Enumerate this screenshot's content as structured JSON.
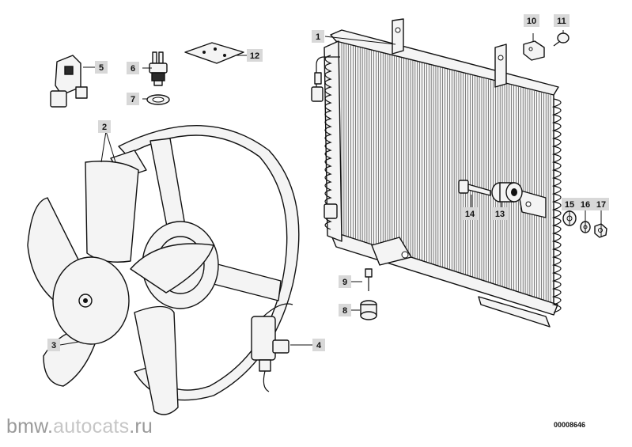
{
  "diagram": {
    "reference_code": "00008646",
    "watermark": {
      "prefix": "bmw.",
      "brand": "autocats",
      "suffix": ".ru"
    },
    "callouts": {
      "c1": "1",
      "c2": "2",
      "c3": "3",
      "c4": "4",
      "c5": "5",
      "c6": "6",
      "c7": "7",
      "c8": "8",
      "c9": "9",
      "c10": "10",
      "c11": "11",
      "c12": "12",
      "c13": "13",
      "c14": "14",
      "c15": "15",
      "c16": "16",
      "c17": "17"
    }
  }
}
